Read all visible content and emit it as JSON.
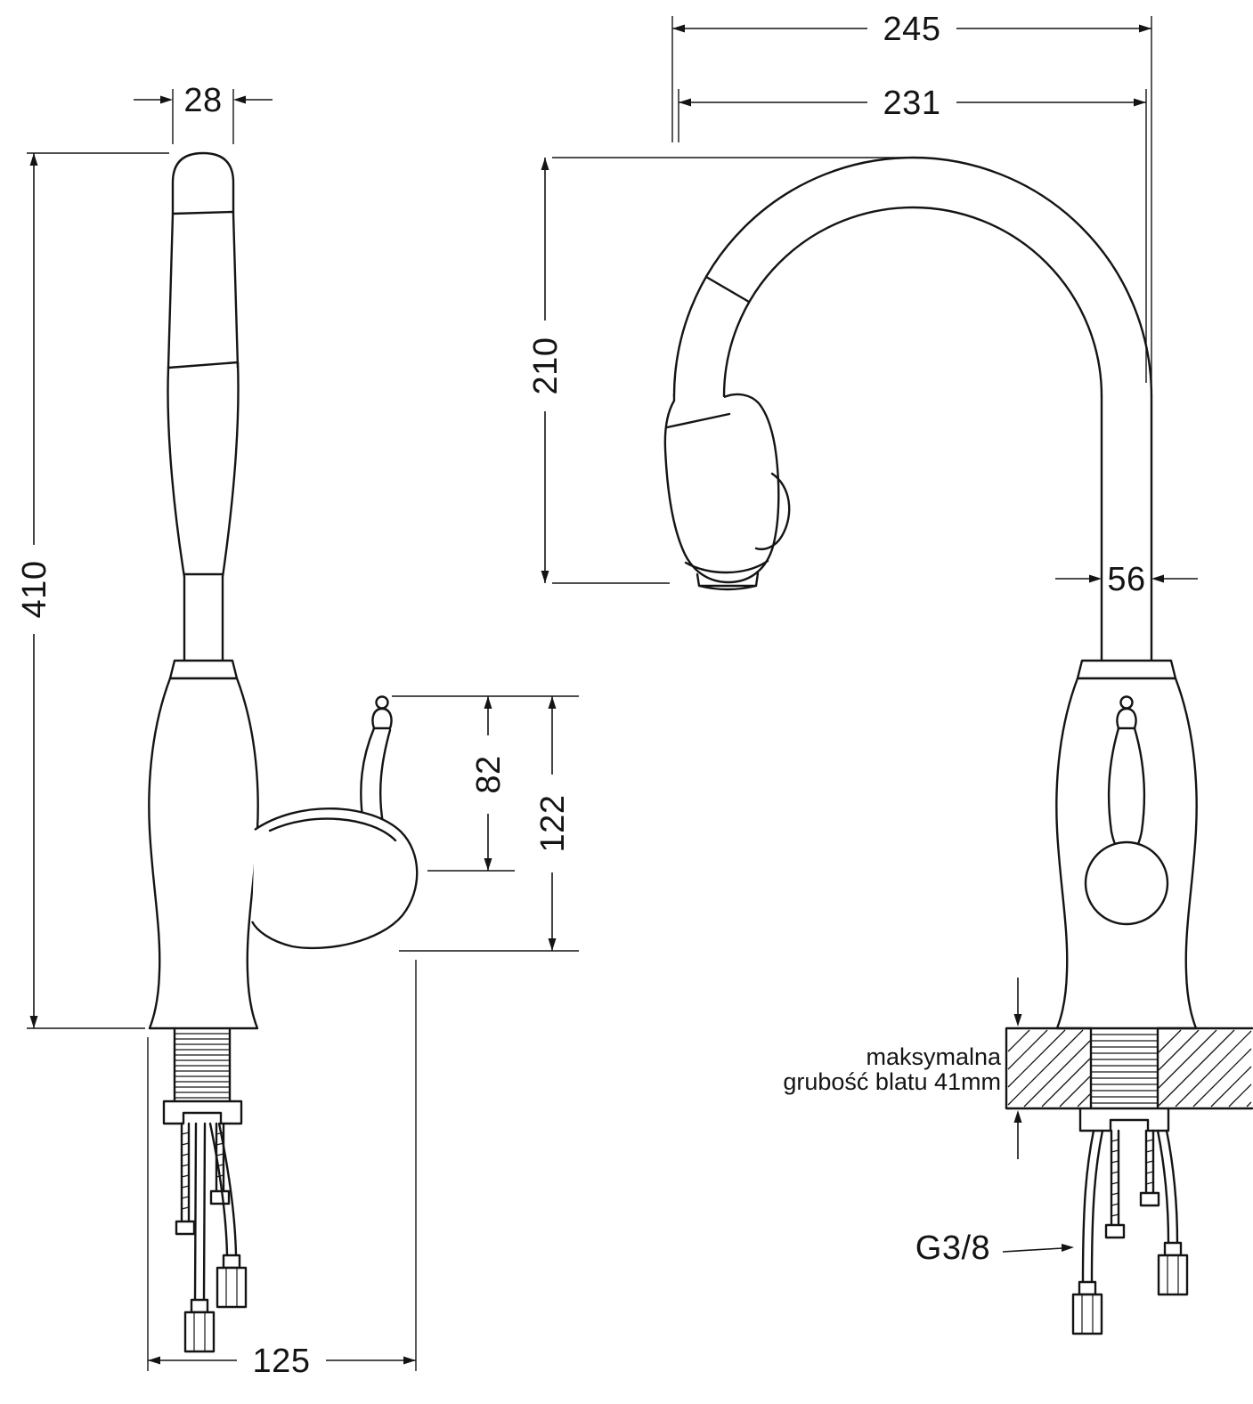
{
  "page": {
    "background": "#ffffff",
    "line_color": "#141414",
    "content": "kitchen faucet technical dimension drawing, two views"
  },
  "left_view": {
    "dim_spout_width": "28",
    "dim_total_height": "410",
    "dim_handle_upper": "82",
    "dim_handle_total": "122",
    "dim_base_reach": "125"
  },
  "right_view": {
    "dim_overall_reach": "245",
    "dim_spout_reach": "231",
    "dim_spout_height": "210",
    "dim_column_width": "56",
    "note_line1": "maksymalna",
    "note_line2": "grubość blatu 41mm",
    "thread_label": "G3/8"
  }
}
